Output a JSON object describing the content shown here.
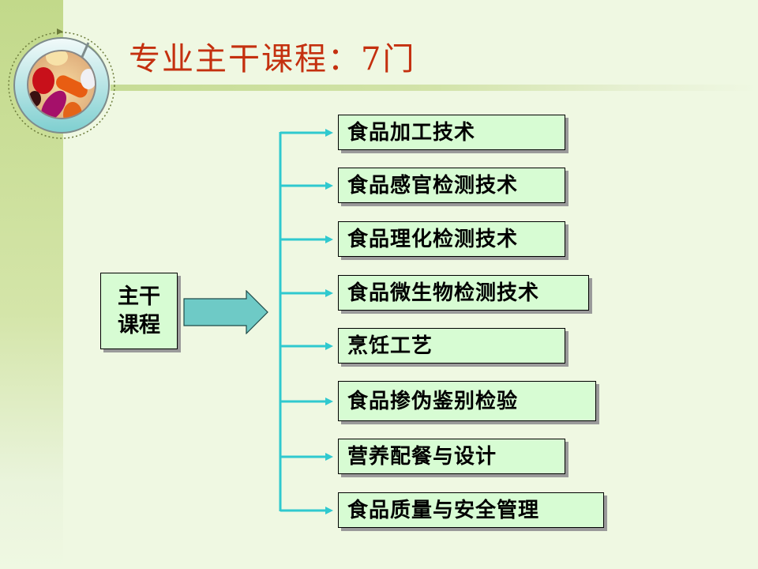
{
  "slide": {
    "title": "专业主干课程：7门",
    "logo_icon": "pills-circle-logo",
    "colors": {
      "title": "#c4300f",
      "box_fill": "#d7fcd3",
      "connector": "#2fc9cf",
      "big_arrow": "#6ecac6",
      "background": "#eff8e2",
      "band": "#c2d98a"
    }
  },
  "diagram": {
    "root": {
      "label_line1": "主干",
      "label_line2": "课程"
    },
    "courses": [
      {
        "label": "食品加工技术"
      },
      {
        "label": "食品感官检测技术"
      },
      {
        "label": "食品理化检测技术"
      },
      {
        "label": "食品微生物检测技术"
      },
      {
        "label": "烹饪工艺"
      },
      {
        "label": "食品掺伪鉴别检验"
      },
      {
        "label": "营养配餐与设计"
      },
      {
        "label": "食品质量与安全管理"
      }
    ]
  }
}
